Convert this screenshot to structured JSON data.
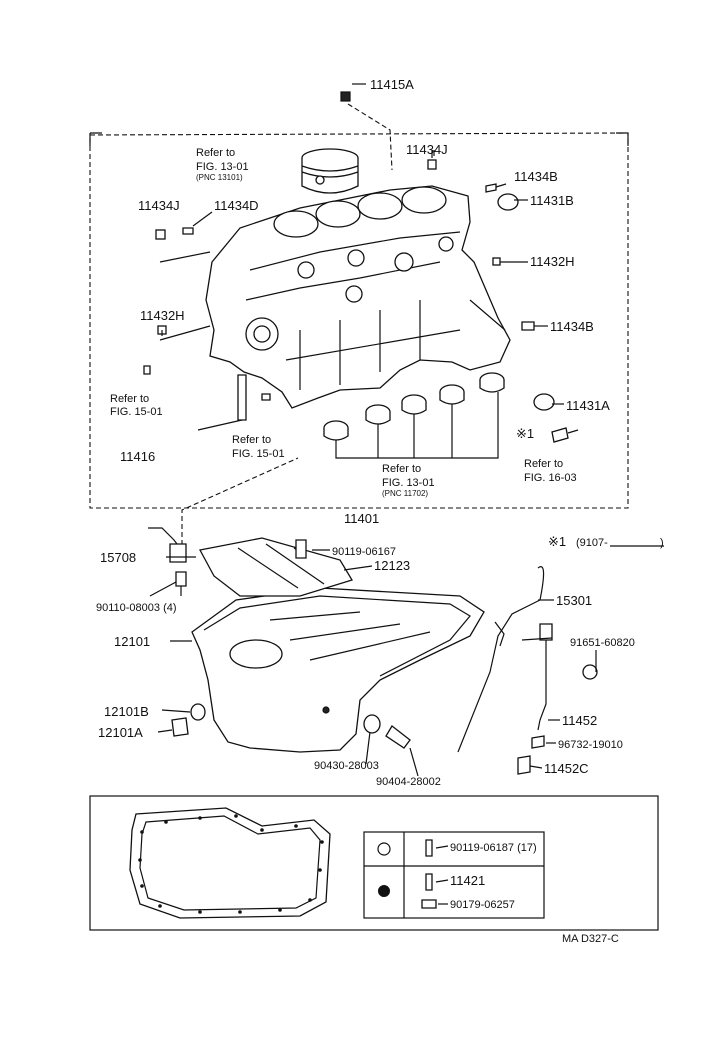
{
  "labels": {
    "p11415A": "11415A",
    "p11434J_top": "11434J",
    "p11434B_top": "11434B",
    "p11431B": "11431B",
    "p11434J_left": "11434J",
    "p11434D": "11434D",
    "p11432H_right": "11432H",
    "p11432H_left": "11432H",
    "p11434B_right": "11434B",
    "p11431A": "11431A",
    "p11416": "11416",
    "p11401": "11401",
    "p15708": "15708",
    "p90119_06167": "90119-06167",
    "p12123": "12123",
    "p90110_08003": "90110-08003 (4)",
    "p15301": "15301",
    "p12101": "12101",
    "p91651_60820": "91651-60820",
    "p11452": "11452",
    "p12101B": "12101B",
    "p12101A": "12101A",
    "p96732_19010": "96732-19010",
    "p11452C": "11452C",
    "p90430_28003": "90430-28003",
    "p90404_28002": "90404-28002",
    "p90119_06187": "90119-06187 (17)",
    "p11421": "11421",
    "p90179_06257": "90179-06257"
  },
  "refs": {
    "fig13_01_a_line1": "Refer to",
    "fig13_01_a_line2": "FIG. 13-01",
    "fig13_01_a_pnc": "(PNC 13101)",
    "fig15_01_a_line1": "Refer to",
    "fig15_01_a_line2": "FIG. 15-01",
    "fig15_01_b_line1": "Refer to",
    "fig15_01_b_line2": "FIG. 15-01",
    "fig13_01_b_line1": "Refer to",
    "fig13_01_b_line2": "FIG. 13-01",
    "fig13_01_b_pnc": "(PNC 11702)",
    "fig16_03_mark": "※1",
    "fig16_03_line1": "Refer to",
    "fig16_03_line2": "FIG. 16-03"
  },
  "note": {
    "mark": "※1",
    "text": "(9107-",
    "close": ")"
  },
  "diagram_code": "MA D327-C",
  "colors": {
    "ink": "#111111",
    "paper": "#ffffff"
  }
}
